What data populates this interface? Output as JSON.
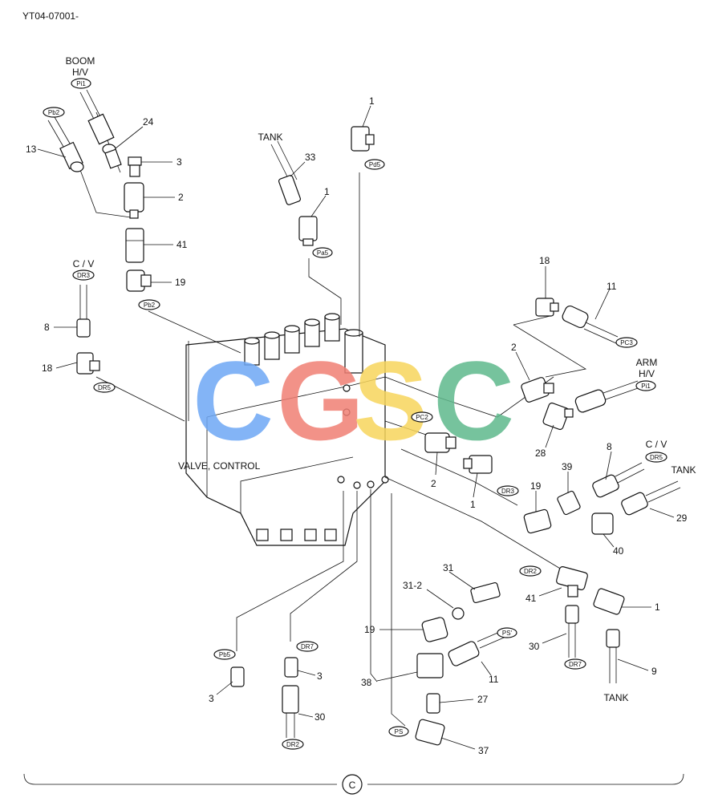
{
  "doc_code": "YT04-07001-",
  "section_letter": "C",
  "valve_label": "VALVE, CONTROL",
  "headings": {
    "boom_1": "BOOM",
    "boom_2": "H/V",
    "cv_left": "C / V",
    "tank_top": "TANK",
    "arm_1": "ARM",
    "arm_2": "H/V",
    "cv_right": "C / V",
    "tank_right": "TANK",
    "tank_bottom": "TANK"
  },
  "port_tags": {
    "pi1_left": "Pi1",
    "pb2_top": "Pb2",
    "pd5": "Pd5",
    "pa5": "Pa5",
    "dr3_left": "DR3",
    "pb2_mid": "Pb2",
    "dr5_left": "DR5",
    "pc3": "PC3",
    "pi1_right": "Pi1",
    "pc2": "PC2",
    "dr5_right": "DR5",
    "dr3_mid": "DR3",
    "dr2_right": "DR2",
    "ps_prime": "PS'",
    "dr7_right": "DR7",
    "pb5": "Pb5",
    "dr7_bottom": "DR7",
    "dr2_bottom": "DR2",
    "ps": "PS"
  },
  "callouts": {
    "n13": "13",
    "n24": "24",
    "n3a": "3",
    "n2a": "2",
    "n41a": "41",
    "n19a": "19",
    "n1_top": "1",
    "n33": "33",
    "n1b": "1",
    "n8a": "8",
    "n18a": "18",
    "n18b": "18",
    "n11a": "11",
    "n2b": "2",
    "n28": "28",
    "n2c": "2",
    "n1c": "1",
    "n8b": "8",
    "n39": "39",
    "n19b": "19",
    "n29": "29",
    "n40": "40",
    "n31": "31",
    "n31_2": "31-2",
    "n41b": "41",
    "n1d": "1",
    "n19c": "19",
    "n30a": "30",
    "n9": "9",
    "n11b": "11",
    "n38": "38",
    "n27": "27",
    "n37": "37",
    "n3b": "3",
    "n3c": "3",
    "n30b": "30"
  },
  "watermark": {
    "letters": [
      "C",
      "G",
      "S",
      "C"
    ],
    "colors": [
      "#6ea8f5",
      "#f07f74",
      "#f7d55c",
      "#5fb98c"
    ]
  }
}
